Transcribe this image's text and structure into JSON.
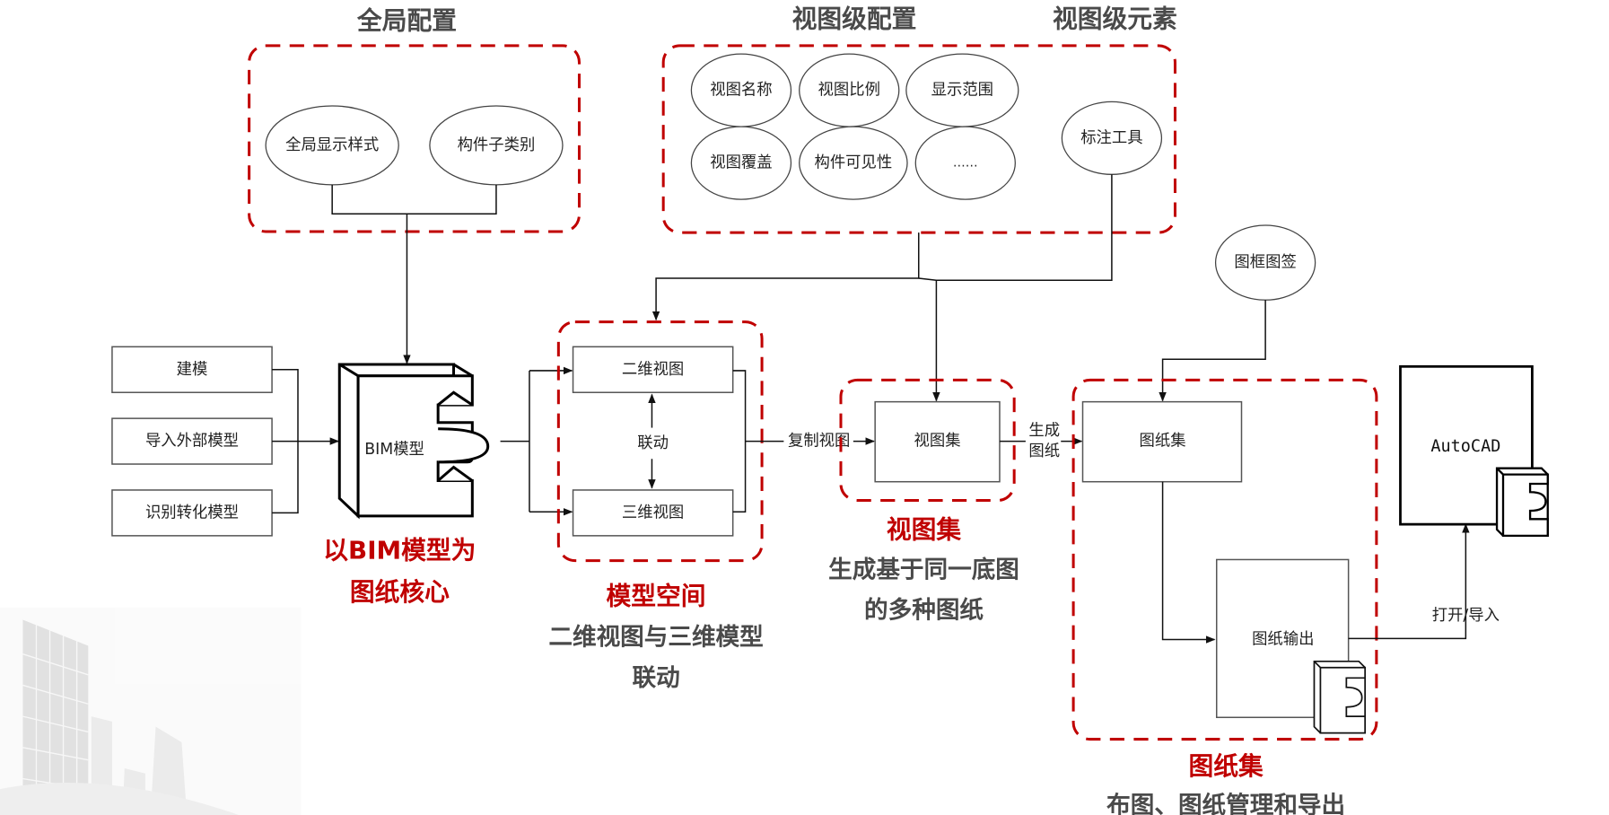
{
  "section_titles": {
    "global_config": "全局配置",
    "view_config": "视图级配置",
    "view_elements": "视图级元素"
  },
  "global_config": {
    "items": [
      "全局显示样式",
      "构件子类别"
    ]
  },
  "view_config": {
    "items": [
      "视图名称",
      "视图比例",
      "显示范围",
      "视图覆盖",
      "构件可见性",
      "……"
    ]
  },
  "view_elements": {
    "items": [
      "标注工具"
    ]
  },
  "inputs": {
    "items": [
      "建模",
      "导入外部模型",
      "识别转化模型"
    ]
  },
  "bim_model": {
    "label": "BIM模型",
    "caption_red_lines": [
      "以BIM模型为",
      "图纸核心"
    ]
  },
  "model_space": {
    "view_2d": "二维视图",
    "view_3d": "三维视图",
    "link_label": "联动",
    "caption_red": "模型空间",
    "caption_grey_lines": [
      "二维视图与三维模型",
      "联动"
    ]
  },
  "connectors": {
    "copy_view": "复制视图",
    "generate_sheet_lines": [
      "生成",
      "图纸"
    ],
    "open_import": "打开/导入"
  },
  "view_set": {
    "label": "视图集",
    "caption_red": "视图集",
    "caption_grey_lines": [
      "生成基于同一底图",
      "的多种图纸"
    ]
  },
  "title_block": {
    "label": "图框图签"
  },
  "sheet_set": {
    "label": "图纸集",
    "output_label": "图纸输出",
    "caption_red": "图纸集",
    "caption_grey": "布图、图纸管理和导出"
  },
  "autocad": {
    "label": "AutoCAD"
  },
  "colors": {
    "accent_red": "#c00000",
    "heading_grey": "#4a4a4a",
    "line": "#111111"
  }
}
